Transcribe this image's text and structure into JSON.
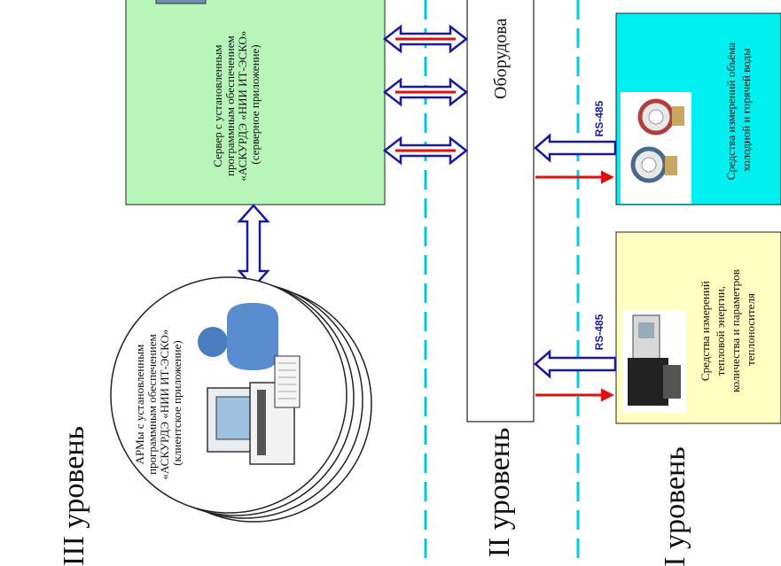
{
  "levels": {
    "level3": "III уровень",
    "level2": "II уровень",
    "level1": "I уровень"
  },
  "server": {
    "lines": [
      "Сервер с установленным",
      "программным обеспечением",
      "«АСКУРДЭ «НИИ ИТ-ЭСКО»",
      "(серверное приложение)"
    ]
  },
  "arm": {
    "lines": [
      "АРМы с установленным",
      "программным обеспечением",
      "«АСКУРДЭ «НИИ ИТ-ЭСКО»",
      "(клиентское приложение)"
    ]
  },
  "equipment": {
    "label": "Оборудова"
  },
  "water": {
    "lines": [
      "Средства измерений объёма",
      "холодной и горячей воды"
    ]
  },
  "heat": {
    "lines": [
      "Средства измерений",
      "тепловой энергии,",
      "количества и параметров",
      "теплоносителя"
    ]
  },
  "interface": {
    "rs1": "RS-485",
    "rs2": "RS-485"
  },
  "colors": {
    "server_fill": "#b8f5b8",
    "water_fill": "#00f0f0",
    "heat_fill": "#ffffc0",
    "arrow_blue": "#1a1aa0",
    "arrow_red": "#e01010",
    "dash_cyan": "#00c8e0"
  }
}
